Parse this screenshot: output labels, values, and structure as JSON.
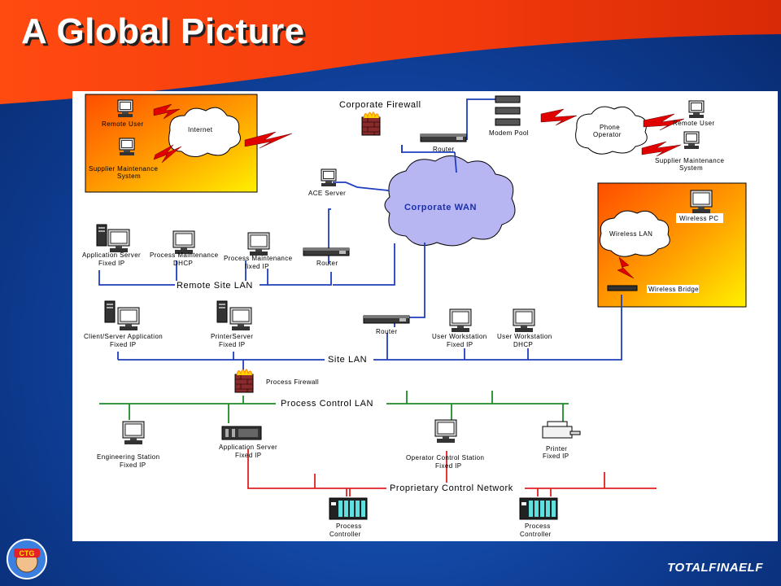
{
  "title": "A Global Picture",
  "brand": "TOTALFINAELF",
  "badge_label": "CTG",
  "colors": {
    "lan_blue": "#1f3fbf",
    "pcn_green": "#1f8a2a",
    "pcn_red": "#e02020",
    "lightning": "#e00000",
    "cloud_wan": "#b7b6f2",
    "site_orange": "#ff5a00",
    "site_yellow": "#ffe600"
  },
  "labels": {
    "remote_user_left": "Remote User",
    "internet": "Internet",
    "supplier_left": "Supplier Maintenance System",
    "supplier_left_1": "Supplier Maintenance",
    "supplier_left_2": "System",
    "corporate_firewall": "Corporate Firewall",
    "router_top": "Router",
    "modem_pool": "Modem Pool",
    "phone_operator_1": "Phone",
    "phone_operator_2": "Operator",
    "remote_user_right": "Remote User",
    "supplier_right_1": "Supplier Maintenance",
    "supplier_right_2": "System",
    "ace_server": "ACE Server",
    "corporate_wan": "Corporate WAN",
    "wireless_lan": "Wireless LAN",
    "wireless_pc": "Wireless PC",
    "wireless_bridge": "Wireless Bridge",
    "app_server_1": "Application Server",
    "app_server_2": "Fixed IP",
    "proc_maint_dhcp_1": "Process Maintenance",
    "proc_maint_dhcp_2": "DHCP",
    "proc_maint_fixed_1": "Process Maintenance",
    "proc_maint_fixed_2": "fixed IP",
    "router_mid": "Router",
    "remote_site_lan": "Remote Site LAN",
    "client_server_1": "Client/Server Application",
    "client_server_2": "Fixed IP",
    "printer_server_1": "PrinterServer",
    "printer_server_2": "Fixed IP",
    "router_low": "Router",
    "user_ws_fixed_1": "User Workstation",
    "user_ws_fixed_2": "Fixed IP",
    "user_ws_dhcp_1": "User Workstation",
    "user_ws_dhcp_2": "DHCP",
    "site_lan": "Site LAN",
    "process_firewall": "Process Firewall",
    "process_control_lan": "Process Control LAN",
    "eng_station_1": "Engineering Station",
    "eng_station_2": "Fixed IP",
    "app_server_pcn_1": "Application Server",
    "app_server_pcn_2": "Fixed IP",
    "op_station_1": "Operator Control Station",
    "op_station_2": "Fixed IP",
    "printer_1": "Printer",
    "printer_2": "Fixed IP",
    "proprietary_network": "Proprietary Control Network",
    "proc_ctrl_a_1": "Process",
    "proc_ctrl_a_2": "Controller",
    "proc_ctrl_b_1": "Process",
    "proc_ctrl_b_2": "Controller"
  }
}
